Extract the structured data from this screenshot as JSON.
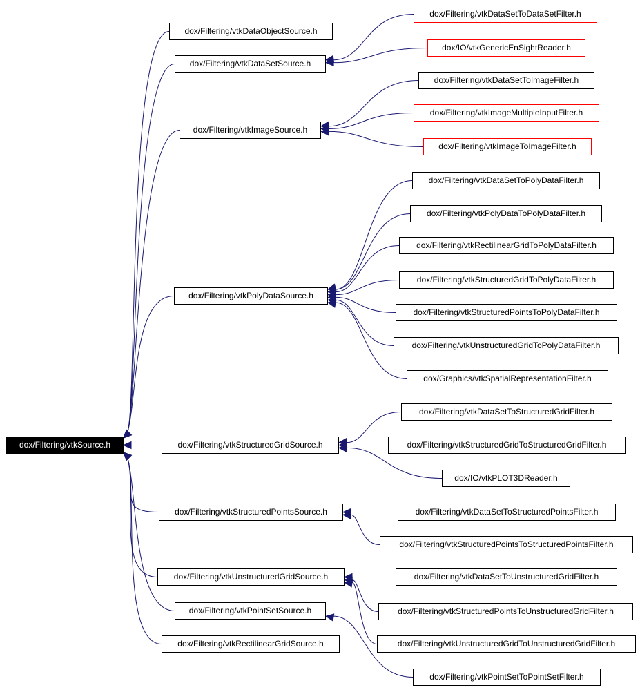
{
  "colors": {
    "edge": "#191970",
    "root_fill": "#000000",
    "root_text": "#ffffff",
    "red_border": "#ff0000",
    "black_border": "#000000"
  },
  "nodes": [
    {
      "id": "root",
      "label": "dox/Filtering/vtkSource.h",
      "style": "root"
    },
    {
      "id": "dos",
      "label": "dox/Filtering/vtkDataObjectSource.h",
      "style": "black"
    },
    {
      "id": "dss",
      "label": "dox/Filtering/vtkDataSetSource.h",
      "style": "black"
    },
    {
      "id": "is",
      "label": "dox/Filtering/vtkImageSource.h",
      "style": "black"
    },
    {
      "id": "pds",
      "label": "dox/Filtering/vtkPolyDataSource.h",
      "style": "black"
    },
    {
      "id": "sgs",
      "label": "dox/Filtering/vtkStructuredGridSource.h",
      "style": "black"
    },
    {
      "id": "sps",
      "label": "dox/Filtering/vtkStructuredPointsSource.h",
      "style": "black"
    },
    {
      "id": "ugs",
      "label": "dox/Filtering/vtkUnstructuredGridSource.h",
      "style": "black"
    },
    {
      "id": "pss",
      "label": "dox/Filtering/vtkPointSetSource.h",
      "style": "black"
    },
    {
      "id": "rgs",
      "label": "dox/Filtering/vtkRectilinearGridSource.h",
      "style": "black"
    },
    {
      "id": "dstdsf",
      "label": "dox/Filtering/vtkDataSetToDataSetFilter.h",
      "style": "red"
    },
    {
      "id": "gesr",
      "label": "dox/IO/vtkGenericEnSightReader.h",
      "style": "red"
    },
    {
      "id": "dstif",
      "label": "dox/Filtering/vtkDataSetToImageFilter.h",
      "style": "black"
    },
    {
      "id": "imif",
      "label": "dox/Filtering/vtkImageMultipleInputFilter.h",
      "style": "red"
    },
    {
      "id": "itif",
      "label": "dox/Filtering/vtkImageToImageFilter.h",
      "style": "red"
    },
    {
      "id": "dstpdf",
      "label": "dox/Filtering/vtkDataSetToPolyDataFilter.h",
      "style": "black"
    },
    {
      "id": "pdtpdf",
      "label": "dox/Filtering/vtkPolyDataToPolyDataFilter.h",
      "style": "black"
    },
    {
      "id": "rgtpdf",
      "label": "dox/Filtering/vtkRectilinearGridToPolyDataFilter.h",
      "style": "black"
    },
    {
      "id": "sgtpdf",
      "label": "dox/Filtering/vtkStructuredGridToPolyDataFilter.h",
      "style": "black"
    },
    {
      "id": "sptpdf",
      "label": "dox/Filtering/vtkStructuredPointsToPolyDataFilter.h",
      "style": "black"
    },
    {
      "id": "ugtpdf",
      "label": "dox/Filtering/vtkUnstructuredGridToPolyDataFilter.h",
      "style": "black"
    },
    {
      "id": "srf",
      "label": "dox/Graphics/vtkSpatialRepresentationFilter.h",
      "style": "black"
    },
    {
      "id": "dstsgf",
      "label": "dox/Filtering/vtkDataSetToStructuredGridFilter.h",
      "style": "black"
    },
    {
      "id": "sgtsgf",
      "label": "dox/Filtering/vtkStructuredGridToStructuredGridFilter.h",
      "style": "black"
    },
    {
      "id": "p3dr",
      "label": "dox/IO/vtkPLOT3DReader.h",
      "style": "black"
    },
    {
      "id": "dstspf",
      "label": "dox/Filtering/vtkDataSetToStructuredPointsFilter.h",
      "style": "black"
    },
    {
      "id": "sptspf",
      "label": "dox/Filtering/vtkStructuredPointsToStructuredPointsFilter.h",
      "style": "black"
    },
    {
      "id": "dstugf",
      "label": "dox/Filtering/vtkDataSetToUnstructuredGridFilter.h",
      "style": "black"
    },
    {
      "id": "sptugf",
      "label": "dox/Filtering/vtkStructuredPointsToUnstructuredGridFilter.h",
      "style": "black"
    },
    {
      "id": "ugtugf",
      "label": "dox/Filtering/vtkUnstructuredGridToUnstructuredGridFilter.h",
      "style": "black"
    },
    {
      "id": "pstpsf",
      "label": "dox/Filtering/vtkPointSetToPointSetFilter.h",
      "style": "black"
    }
  ],
  "edges": [
    {
      "from": "dos",
      "to": "root"
    },
    {
      "from": "dss",
      "to": "root"
    },
    {
      "from": "is",
      "to": "root"
    },
    {
      "from": "pds",
      "to": "root"
    },
    {
      "from": "sgs",
      "to": "root"
    },
    {
      "from": "sps",
      "to": "root"
    },
    {
      "from": "ugs",
      "to": "root"
    },
    {
      "from": "pss",
      "to": "root"
    },
    {
      "from": "rgs",
      "to": "root"
    },
    {
      "from": "dstdsf",
      "to": "dss"
    },
    {
      "from": "gesr",
      "to": "dss"
    },
    {
      "from": "dstif",
      "to": "is"
    },
    {
      "from": "imif",
      "to": "is"
    },
    {
      "from": "itif",
      "to": "is"
    },
    {
      "from": "dstpdf",
      "to": "pds"
    },
    {
      "from": "pdtpdf",
      "to": "pds"
    },
    {
      "from": "rgtpdf",
      "to": "pds"
    },
    {
      "from": "sgtpdf",
      "to": "pds"
    },
    {
      "from": "sptpdf",
      "to": "pds"
    },
    {
      "from": "ugtpdf",
      "to": "pds"
    },
    {
      "from": "srf",
      "to": "pds"
    },
    {
      "from": "dstsgf",
      "to": "sgs"
    },
    {
      "from": "sgtsgf",
      "to": "sgs"
    },
    {
      "from": "p3dr",
      "to": "sgs"
    },
    {
      "from": "dstspf",
      "to": "sps"
    },
    {
      "from": "sptspf",
      "to": "sps"
    },
    {
      "from": "dstugf",
      "to": "ugs"
    },
    {
      "from": "sptugf",
      "to": "ugs"
    },
    {
      "from": "ugtugf",
      "to": "ugs"
    },
    {
      "from": "pstpsf",
      "to": "pss"
    }
  ]
}
